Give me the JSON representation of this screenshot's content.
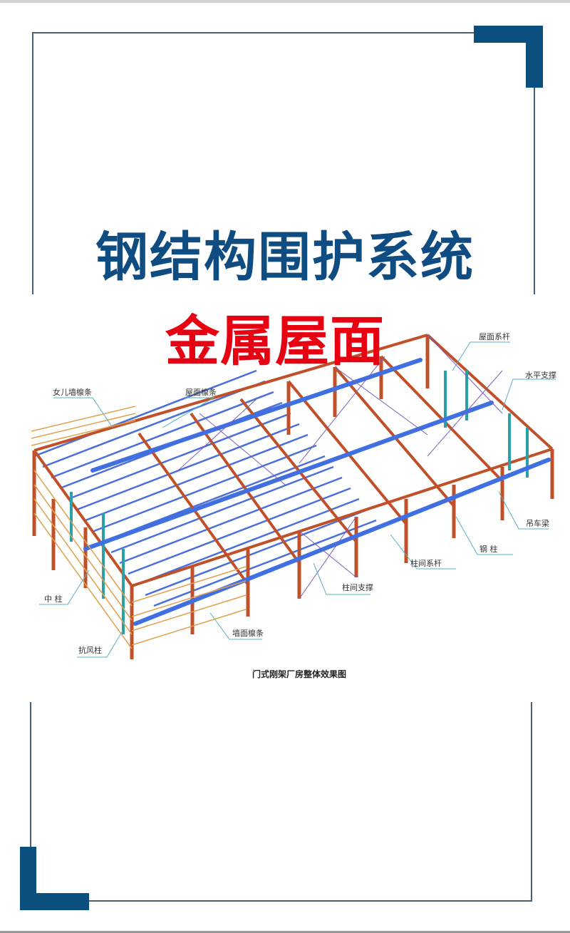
{
  "page": {
    "title": "钢结构围护系统",
    "subtitle": "金属屋面",
    "caption": "门式刚架厂房整体效果图"
  },
  "colors": {
    "frame_blue": "#0b4f7f",
    "title_blue": "#0f4c81",
    "subtitle_red": "#e60012",
    "steel_column": "#c0502a",
    "purlin_blue": "#4a6fd8",
    "leader_line": "#5ab0c0"
  },
  "diagram": {
    "labels": [
      {
        "id": "parapet-purlin",
        "text": "女儿墙檩条"
      },
      {
        "id": "roof-purlin",
        "text": "屋面檩条"
      },
      {
        "id": "roof-tie-rod",
        "text": "屋面系杆"
      },
      {
        "id": "horizontal-bracing",
        "text": "水平支撑"
      },
      {
        "id": "crane-beam",
        "text": "吊车梁"
      },
      {
        "id": "steel-column",
        "text": "钢 柱"
      },
      {
        "id": "column-tie-rod",
        "text": "柱间系杆"
      },
      {
        "id": "column-bracing",
        "text": "柱间支撑"
      },
      {
        "id": "wall-purlin",
        "text": "墙面檩条"
      },
      {
        "id": "middle-column",
        "text": "中 柱"
      },
      {
        "id": "wind-column",
        "text": "抗风柱"
      }
    ]
  }
}
